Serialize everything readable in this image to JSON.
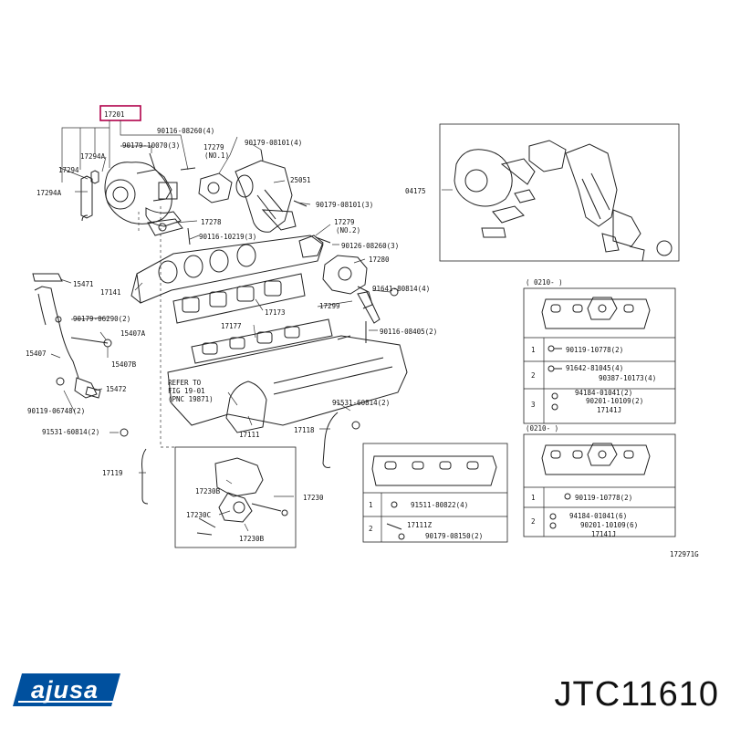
{
  "labels": {
    "l17201": "17201",
    "l90116a": "90116-08260(4)",
    "l90179a": "90179-10070(3)",
    "l17279a": "17279",
    "l17279a_no": "(NO.1)",
    "l90179b": "90179-08101(4)",
    "l17294a_top": "17294A",
    "l17294": "17294",
    "l17294a": "17294A",
    "l25051": "25051",
    "l90179c": "90179-08101(3)",
    "l17278": "17278",
    "l17279b": "17279",
    "l17279b_no": "(NO.2)",
    "l90116b": "90116-10219(3)",
    "l90126": "90126-08260(3)",
    "l17280": "17280",
    "l04175": "04175",
    "l15471": "15471",
    "l17141": "17141",
    "l90179d": "90179-06290(2)",
    "l15407a": "15407A",
    "l15407": "15407",
    "l15407b": "15407B",
    "l15472": "15472",
    "l90119a": "90119-06748(2)",
    "l17173": "17173",
    "l17177": "17177",
    "l17299": "17299",
    "l91641": "91641-80814(4)",
    "l90116c": "90116-08405(2)",
    "l_refer1": "REFER TO",
    "l_refer2": "FIG 19-01",
    "l_refer3": "(PNC 19871)",
    "l91531a": "91531-60814(2)",
    "l91531b": "91531-60814(2)",
    "l17111": "17111",
    "l17118": "17118",
    "l17119": "17119",
    "l17230b_top": "17230B",
    "l17230": "17230",
    "l17230c": "17230C",
    "l17230b": "17230B",
    "l0210a": "(   0210-   )",
    "l0210b": "(0210-   )",
    "i1a": "90119-10778(2)",
    "i2a1": "91642-81045(4)",
    "i2a2": "90387-10173(4)",
    "i3a1": "94184-01041(2)",
    "i3a2": "90201-10109(2)",
    "i3a3": "17141J",
    "m1": "91511-80822(4)",
    "m2a": "17111Z",
    "m2b": "90179-08150(2)",
    "i1b": "90119-10778(2)",
    "i2b1": "94184-01041(6)",
    "i2b2": "90201-10109(6)",
    "i2b3": "17141J",
    "n1": "1",
    "n2": "2",
    "n3": "3",
    "fig": "172971G"
  },
  "brand": {
    "logo_text": "ajusa",
    "logo_color": "#00509e"
  },
  "part_number": "JTC11610"
}
